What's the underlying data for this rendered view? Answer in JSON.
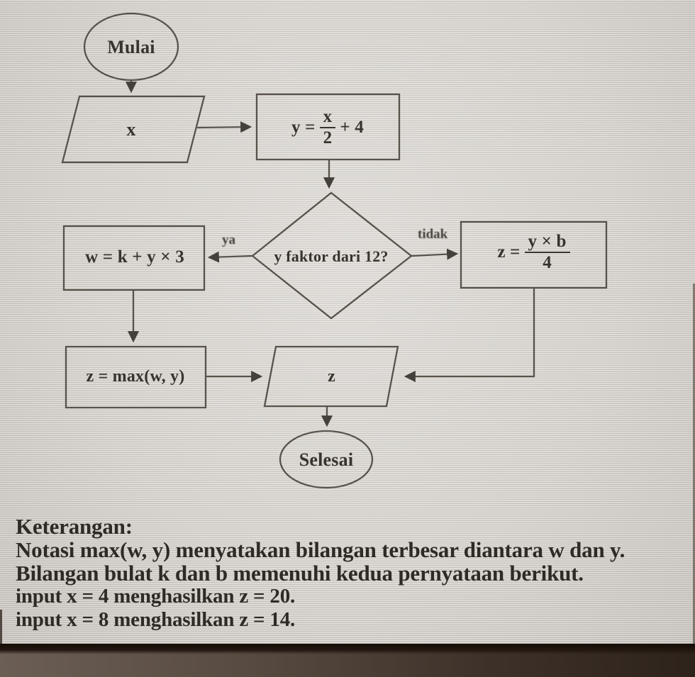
{
  "flowchart": {
    "start": {
      "label": "Mulai"
    },
    "input_x": {
      "label": "x"
    },
    "process_y": {
      "lhs": "y =",
      "numerator": "x",
      "denominator": "2",
      "suffix": "+ 4"
    },
    "decision": {
      "label": "y faktor dari 12?"
    },
    "edge_yes": {
      "label": "ya"
    },
    "edge_no": {
      "label": "tidak"
    },
    "process_w": {
      "label": "w = k + y × 3"
    },
    "process_z_div": {
      "lhs": "z =",
      "numerator": "y × b",
      "denominator": "4"
    },
    "process_z_max": {
      "label": "z = max(w, y)"
    },
    "output_z": {
      "label": "z"
    },
    "end": {
      "label": "Selesai"
    }
  },
  "notes": {
    "heading": "Keterangan:",
    "lines": [
      "Notasi max(w, y) menyatakan bilangan terbesar diantara w dan y.",
      "Bilangan bulat k dan b memenuhi kedua pernyataan berikut.",
      "input x = 4 menghasilkan z = 20.",
      "input x = 8 menghasilkan z = 14."
    ]
  },
  "colors": {
    "page_bg": "#d8d4cf",
    "shape_stroke": "#57524a",
    "text": "#38332c",
    "notes_text": "#2e2a24",
    "bottom_band_dark": "#150d08",
    "bottom_band_light": "#6b5e55"
  }
}
